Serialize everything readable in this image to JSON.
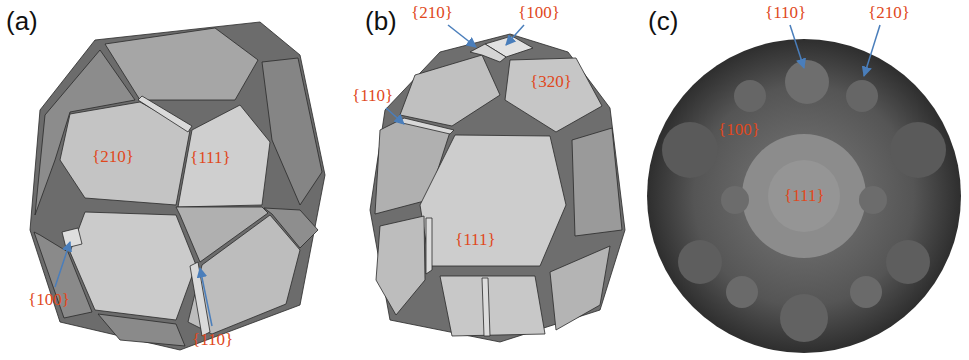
{
  "diagram": {
    "labels": [
      "(a)",
      "{210}",
      "{111}",
      "{100}",
      "{110}",
      "(b)",
      "{210}",
      "{100}",
      "{110}",
      "{320}",
      "{111}",
      "(c)",
      "{110}",
      "{210}",
      "{100}",
      "{111}"
    ]
  }
}
